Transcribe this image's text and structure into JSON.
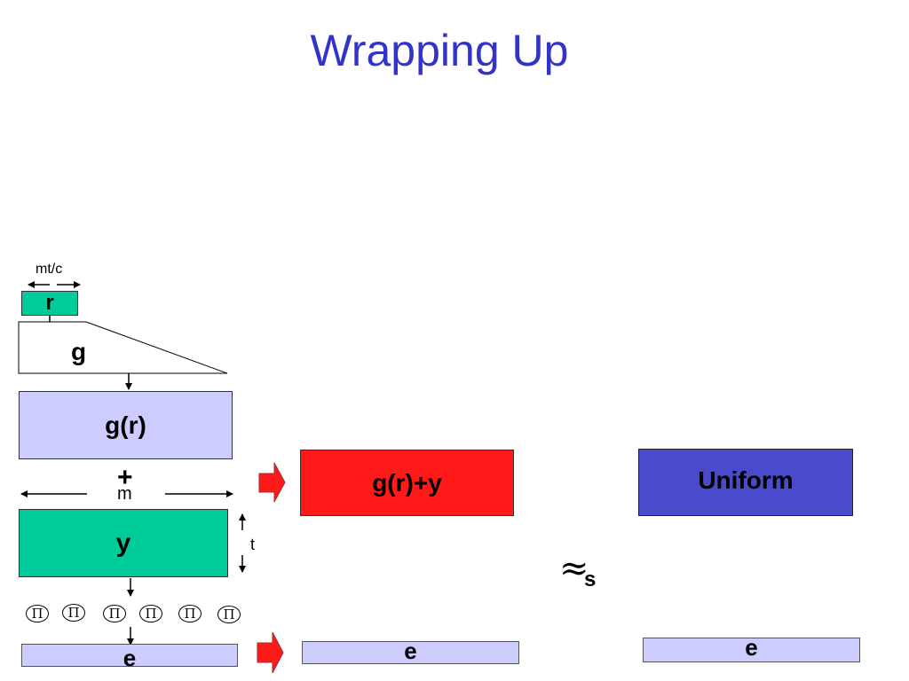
{
  "slide": {
    "title": "Wrapping Up"
  },
  "diagram": {
    "r_width_label": "mt/c",
    "r_label": "r",
    "g_label": "g",
    "gr_label": "g(r)",
    "plus_label": "+",
    "m_label": "m",
    "y_label": "y",
    "t_label": "t",
    "pi_symbol": "Π",
    "e_left_label": "e",
    "combined_label": "g(r)+y",
    "uniform_label": "Uniform",
    "approx_symbol": "≈",
    "approx_subscript": "s",
    "e_middle_label": "e",
    "e_right_label": "e"
  },
  "colors": {
    "title": "#3333cc",
    "green": "#00cc99",
    "lavender": "#ccccff",
    "red": "#ff1a1a",
    "blue": "#4a4acc"
  }
}
